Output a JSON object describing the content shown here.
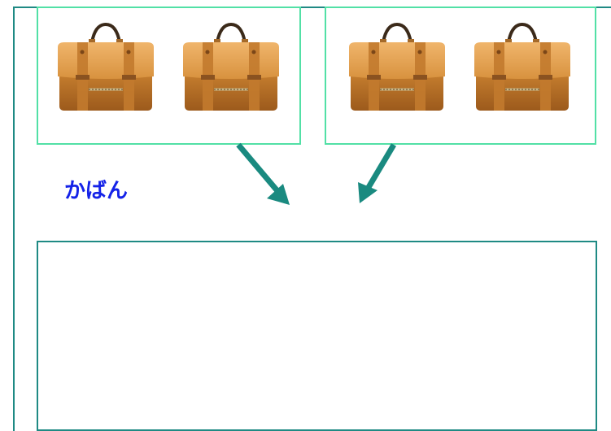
{
  "label": "かばん",
  "colors": {
    "frame": "#1f8a84",
    "panel_border": "#52e0a6",
    "arrow": "#1a8a80",
    "label": "#1422e8",
    "bag_body": "#c77f2c",
    "bag_flap": "#e4a55a"
  },
  "images": [
    {
      "name": "bag-image",
      "count": 2
    },
    {
      "name": "bag-image",
      "count": 2
    }
  ]
}
